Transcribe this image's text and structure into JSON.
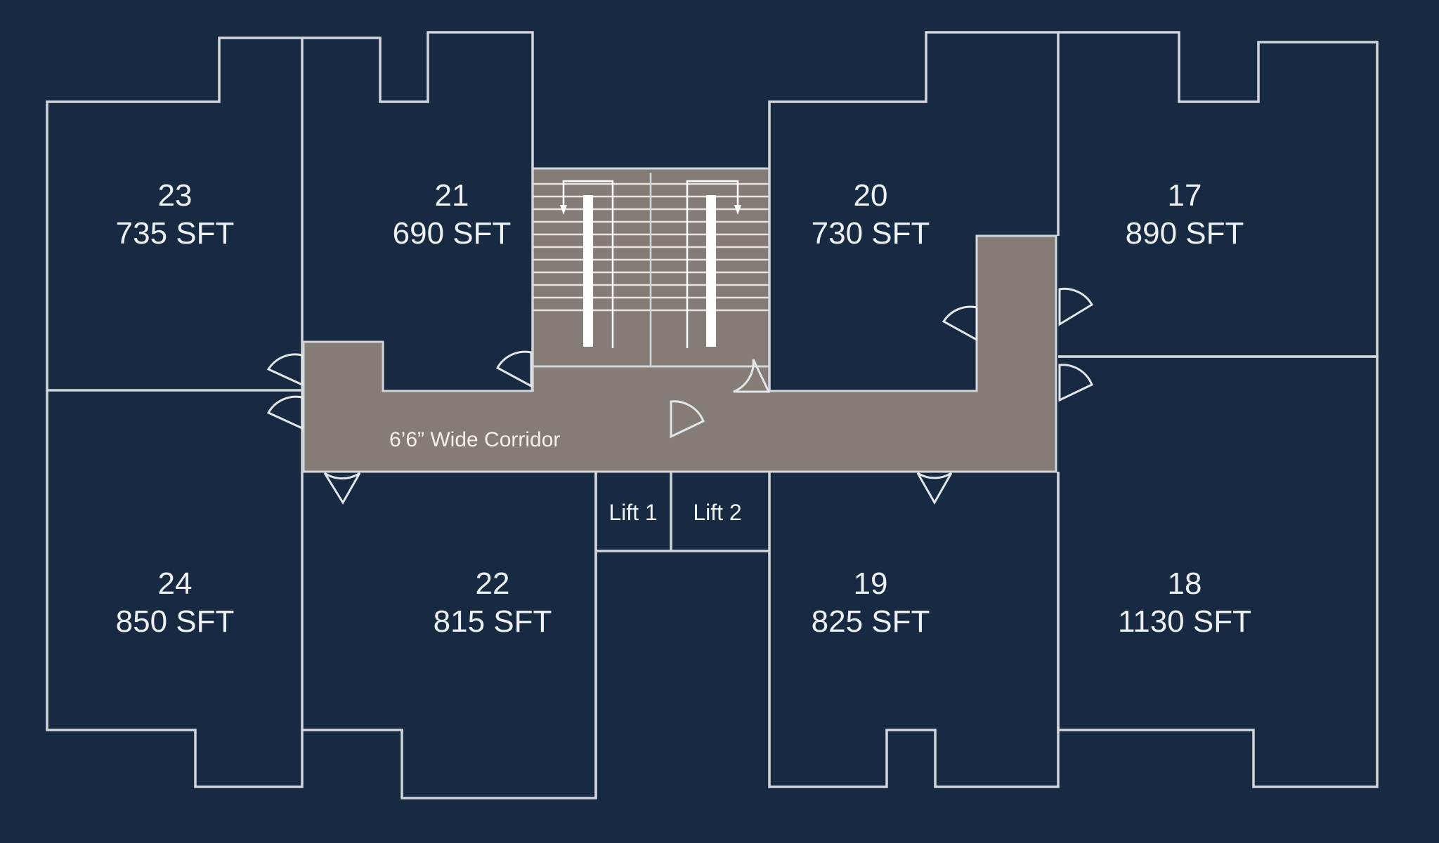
{
  "units": [
    {
      "number": "23",
      "area": "735 SFT"
    },
    {
      "number": "21",
      "area": "690 SFT"
    },
    {
      "number": "20",
      "area": "730 SFT"
    },
    {
      "number": "17",
      "area": "890 SFT"
    },
    {
      "number": "24",
      "area": "850 SFT"
    },
    {
      "number": "22",
      "area": "815 SFT"
    },
    {
      "number": "19",
      "area": "825 SFT"
    },
    {
      "number": "18",
      "area": "1130 SFT"
    }
  ],
  "corridor": {
    "label": "6’6” Wide Corridor"
  },
  "lifts": [
    {
      "label": "Lift 1"
    },
    {
      "label": "Lift 2"
    }
  ],
  "colors": {
    "background": "#172a41",
    "walls": "#d2d6da",
    "corridor_fill": "#857c77",
    "text": "#eef1f4"
  }
}
